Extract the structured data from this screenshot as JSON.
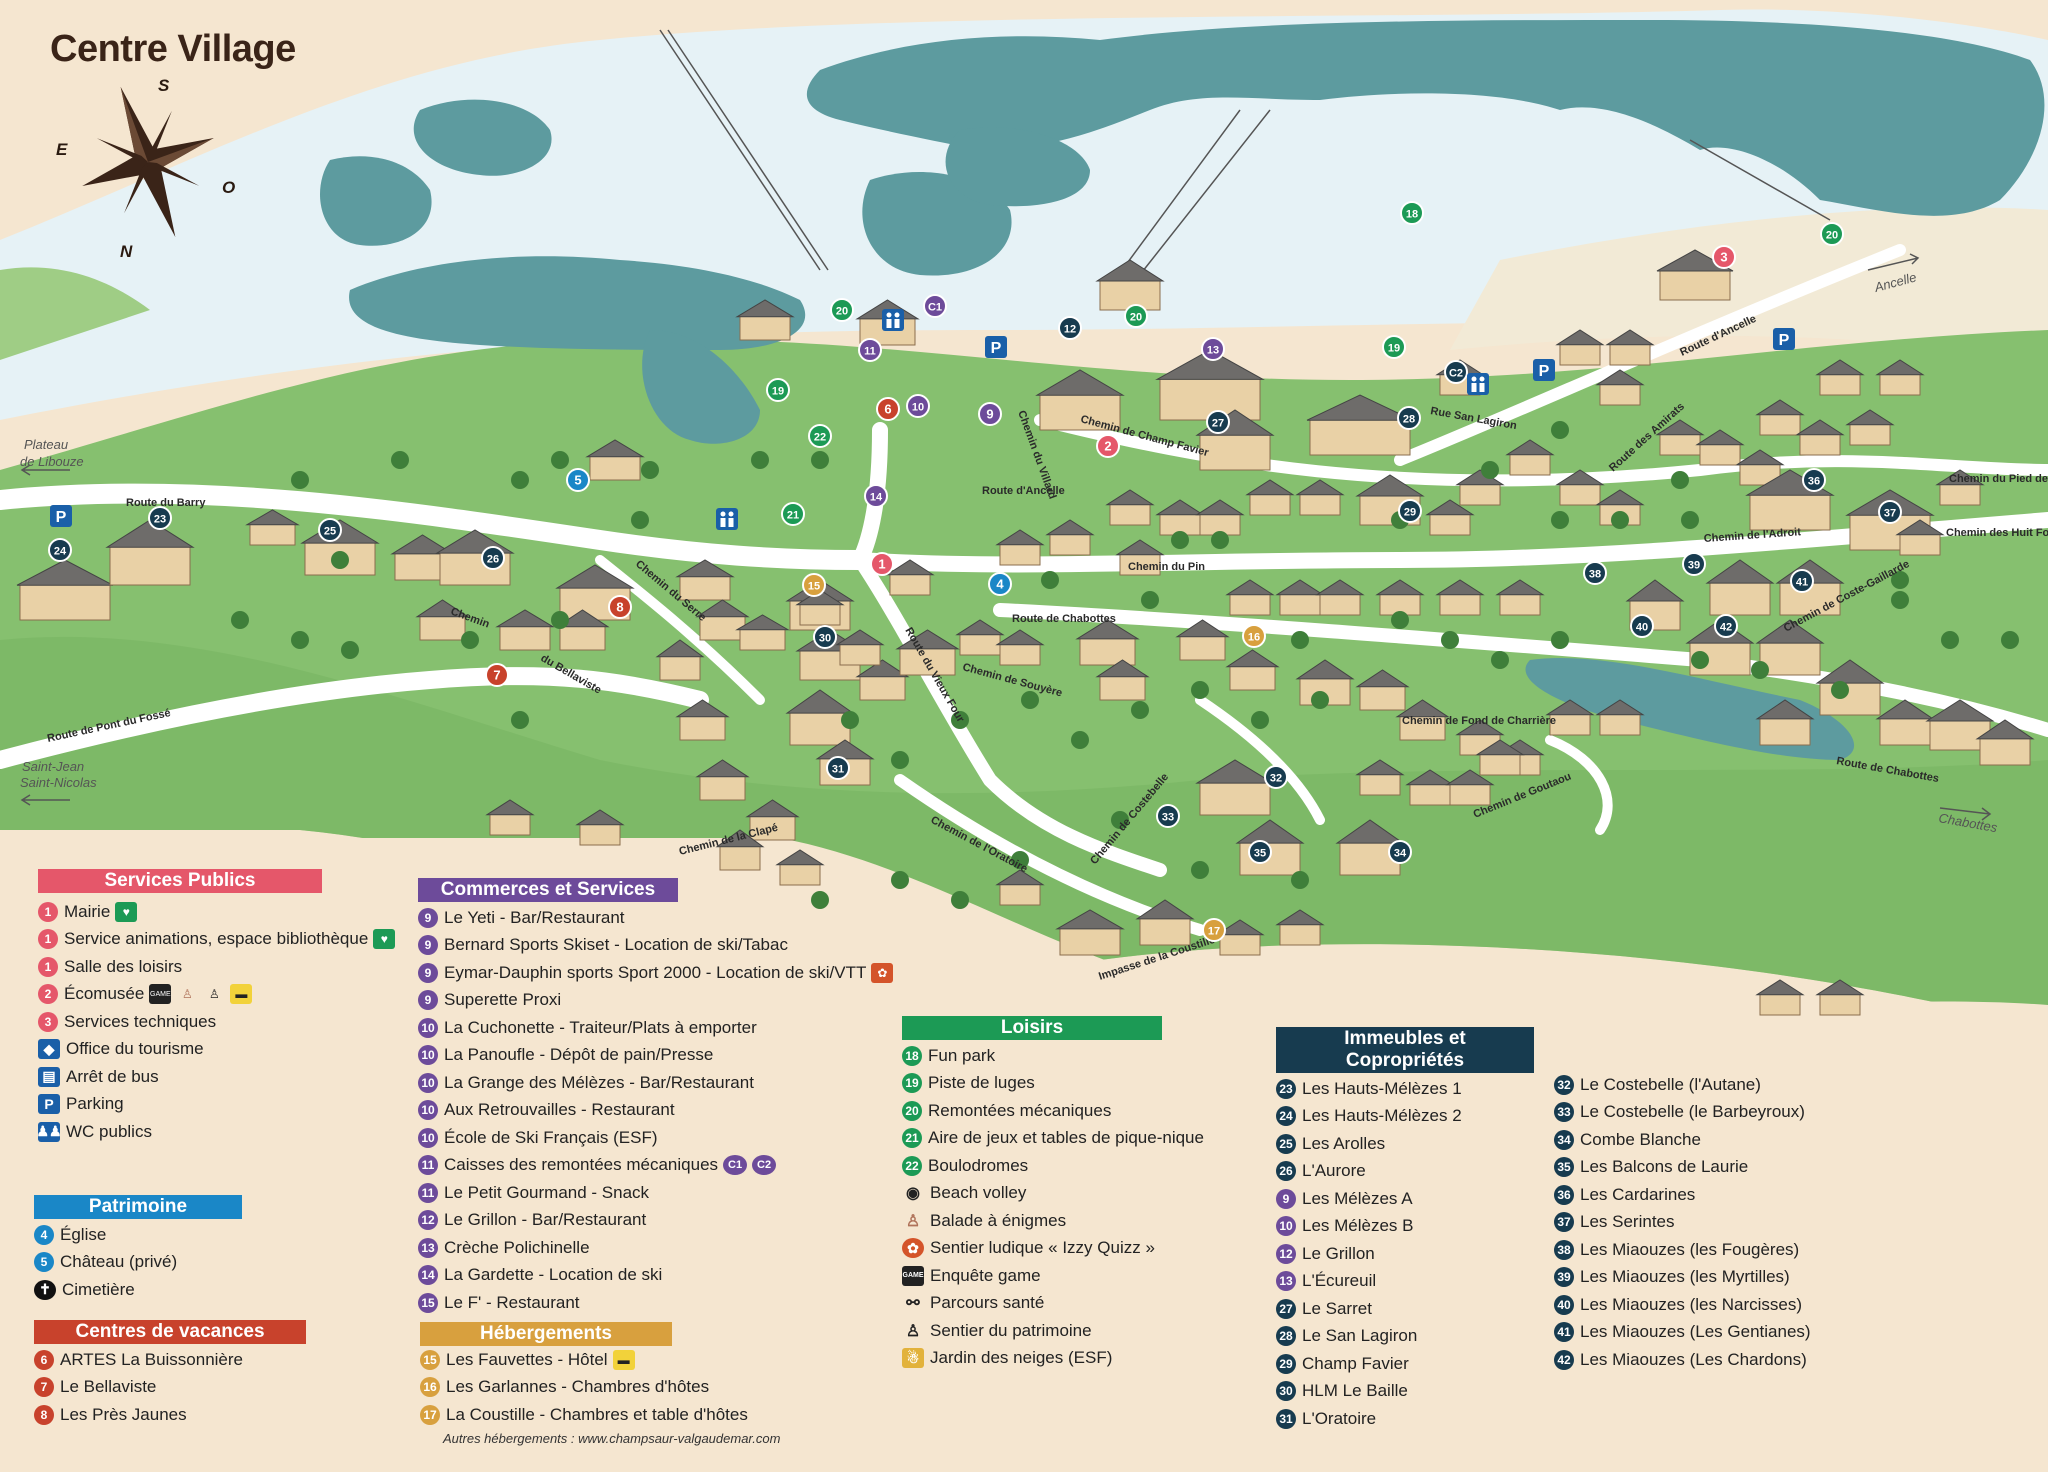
{
  "map": {
    "title": "Centre Village",
    "compass": {
      "s": "S",
      "e": "E",
      "o": "O",
      "n": "N"
    },
    "directions": [
      {
        "id": "libouze",
        "line1": "Plateau",
        "line2": "de Libouze"
      },
      {
        "id": "saintjean",
        "line1": "Saint-Jean",
        "line2": "Saint-Nicolas"
      },
      {
        "id": "ancelle",
        "line1": "Ancelle",
        "line2": ""
      },
      {
        "id": "chabottes",
        "line1": "Chabottes",
        "line2": ""
      }
    ],
    "roads": [
      "Route du Barry",
      "Route de Pont du Fossé",
      "Chemin",
      "du Bellaviste",
      "Chemin du Serre",
      "Route du Vieux Four",
      "Chemin de Souyère",
      "Chemin de la Clapé",
      "Chemin de l'Oratoire",
      "Impasse de la Coustille",
      "Chemin de Costebelle",
      "Chemin de Goutaou",
      "Chemin de Fond de Charrière",
      "Route de Chabottes",
      "Route de Chabottes",
      "Chemin du Pin",
      "Route d'Ancelle",
      "Chemin du Villard",
      "Chemin de Champ Favier",
      "Rue San Lagiron",
      "Route d'Ancelle",
      "Route des Amirats",
      "Chemin de l'Adroit",
      "Chemin de Coste-Gaillarde",
      "Chemin du Pied de la Pe",
      "Chemin des Huit Fourches"
    ],
    "markers": [
      "5",
      "24",
      "23",
      "25",
      "26",
      "8",
      "7",
      "15",
      "30",
      "31",
      "14",
      "1",
      "4",
      "6",
      "10",
      "9",
      "2",
      "11",
      "C1",
      "20",
      "19",
      "22",
      "21",
      "12",
      "20",
      "13",
      "27",
      "28",
      "C2",
      "29",
      "36",
      "37",
      "38",
      "39",
      "41",
      "40",
      "42",
      "16",
      "32",
      "33",
      "34",
      "35",
      "17",
      "18",
      "19",
      "20",
      "3"
    ]
  },
  "legend": {
    "services": {
      "title": "Services Publics",
      "items": [
        {
          "n": "1",
          "label": "Mairie"
        },
        {
          "n": "1",
          "label": "Service animations, espace bibliothèque"
        },
        {
          "n": "1",
          "label": "Salle des loisirs"
        },
        {
          "n": "2",
          "label": "Écomusée"
        },
        {
          "n": "3",
          "label": "Services techniques"
        },
        {
          "icon": "tourism-office-icon",
          "label": "Office du tourisme"
        },
        {
          "icon": "bus-icon",
          "label": "Arrêt de bus"
        },
        {
          "icon": "parking-icon",
          "glyph": "P",
          "label": "Parking"
        },
        {
          "icon": "wc-icon",
          "label": "WC publics"
        }
      ]
    },
    "patrimoine": {
      "title": "Patrimoine",
      "items": [
        {
          "n": "4",
          "label": "Église"
        },
        {
          "n": "5",
          "label": "Château (privé)"
        },
        {
          "icon": "cross-icon",
          "label": "Cimetière"
        }
      ]
    },
    "vacances": {
      "title": "Centres de vacances",
      "items": [
        {
          "n": "6",
          "label": "ARTES La Buissonnière"
        },
        {
          "n": "7",
          "label": "Le Bellaviste"
        },
        {
          "n": "8",
          "label": "Les Près Jaunes"
        }
      ]
    },
    "commerces": {
      "title": "Commerces et Services",
      "items": [
        {
          "n": "9",
          "label": "Le Yeti - Bar/Restaurant"
        },
        {
          "n": "9",
          "label": "Bernard Sports Skiset - Location de ski/Tabac"
        },
        {
          "n": "9",
          "label": "Eymar-Dauphin sports Sport 2000 - Location de ski/VTT"
        },
        {
          "n": "9",
          "label": "Superette Proxi"
        },
        {
          "n": "10",
          "label": "La Cuchonette - Traiteur/Plats à emporter"
        },
        {
          "n": "10",
          "label": "La Panoufle - Dépôt de pain/Presse"
        },
        {
          "n": "10",
          "label": "La Grange des Mélèzes - Bar/Restaurant"
        },
        {
          "n": "10",
          "label": "Aux Retrouvailles - Restaurant"
        },
        {
          "n": "10",
          "label": "École de Ski Français (ESF)"
        },
        {
          "n": "11",
          "label": "Caisses des remontées mécaniques"
        },
        {
          "n": "11",
          "label": "Le Petit Gourmand - Snack"
        },
        {
          "n": "12",
          "label": "Le Grillon - Bar/Restaurant"
        },
        {
          "n": "13",
          "label": "Crèche Polichinelle"
        },
        {
          "n": "14",
          "label": "La Gardette - Location de ski"
        },
        {
          "n": "15",
          "label": "Le F' - Restaurant"
        }
      ],
      "badges": {
        "c1": "C1",
        "c2": "C2"
      }
    },
    "hebergements": {
      "title": "Hébergements",
      "items": [
        {
          "n": "15",
          "label": "Les Fauvettes - Hôtel"
        },
        {
          "n": "16",
          "label": "Les Garlannes - Chambres d'hôtes"
        },
        {
          "n": "17",
          "label": "La Coustille - Chambres et table d'hôtes"
        }
      ],
      "footnote": "Autres hébergements : www.champsaur-valgaudemar.com"
    },
    "loisirs": {
      "title": "Loisirs",
      "items": [
        {
          "n": "18",
          "label": "Fun park"
        },
        {
          "n": "19",
          "label": "Piste de luges"
        },
        {
          "n": "20",
          "label": "Remontées mécaniques"
        },
        {
          "n": "21",
          "label": "Aire de jeux et tables de pique-nique"
        },
        {
          "n": "22",
          "label": "Boulodromes"
        },
        {
          "icon": "beach-volley-icon",
          "label": "Beach volley"
        },
        {
          "icon": "riddle-walk-icon",
          "label": "Balade à énigmes"
        },
        {
          "icon": "squirrel-icon",
          "label": "Sentier ludique « Izzy Quizz »"
        },
        {
          "icon": "enquete-game-icon",
          "label": "Enquête game"
        },
        {
          "icon": "runner-icon",
          "label": "Parcours santé"
        },
        {
          "icon": "hiker-icon",
          "label": "Sentier du patrimoine"
        },
        {
          "icon": "snow-garden-icon",
          "label": "Jardin des neiges (ESF)"
        }
      ]
    },
    "immeubles": {
      "title": "Immeubles et Copropriétés",
      "col1": [
        {
          "n": "23",
          "label": "Les Hauts-Mélèzes 1"
        },
        {
          "n": "24",
          "label": "Les Hauts-Mélèzes 2"
        },
        {
          "n": "25",
          "label": "Les Arolles"
        },
        {
          "n": "26",
          "label": "L'Aurore"
        },
        {
          "n": "9",
          "label": "Les Mélèzes A"
        },
        {
          "n": "10",
          "label": "Les Mélèzes B"
        },
        {
          "n": "12",
          "label": "Le Grillon"
        },
        {
          "n": "13",
          "label": "L'Écureuil"
        },
        {
          "n": "27",
          "label": "Le Sarret"
        },
        {
          "n": "28",
          "label": "Le San Lagiron"
        },
        {
          "n": "29",
          "label": "Champ Favier"
        },
        {
          "n": "30",
          "label": "HLM Le Baille"
        },
        {
          "n": "31",
          "label": "L'Oratoire"
        }
      ],
      "col2": [
        {
          "n": "32",
          "label": "Le Costebelle (l'Autane)"
        },
        {
          "n": "33",
          "label": "Le Costebelle (le Barbeyroux)"
        },
        {
          "n": "34",
          "label": "Combe Blanche"
        },
        {
          "n": "35",
          "label": "Les Balcons de Laurie"
        },
        {
          "n": "36",
          "label": "Les Cardarines"
        },
        {
          "n": "37",
          "label": "Les Serintes"
        },
        {
          "n": "38",
          "label": "Les Miaouzes (les Fougères)"
        },
        {
          "n": "39",
          "label": "Les Miaouzes (les Myrtilles)"
        },
        {
          "n": "40",
          "label": "Les Miaouzes (les Narcisses)"
        },
        {
          "n": "41",
          "label": "Les Miaouzes (Les Gentianes)"
        },
        {
          "n": "42",
          "label": "Les Miaouzes (Les Chardons)"
        }
      ]
    }
  },
  "colors": {
    "services": "#e5576a",
    "patrimoine": "#1a87c7",
    "vacances": "#c8422c",
    "commerces": "#6d4b9a",
    "hebergements": "#d8a03e",
    "loisirs": "#1c9a55",
    "immeubles": "#173b4f",
    "grass": "#86c06f",
    "forest": "#5d9b9f",
    "snow": "#e6f2f6"
  }
}
